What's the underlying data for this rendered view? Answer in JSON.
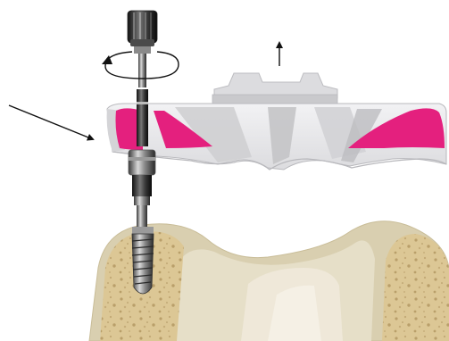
{
  "figure": {
    "background": "#ffffff",
    "colors": {
      "bone_outer": "#d8ccaa",
      "bone_inner": "#e8e0c6",
      "bone_cancellous": "#d7c08a",
      "bone_pore": "#b99f6a",
      "gingiva_band": "#efe9dc",
      "guide_body": "#e6e6e8",
      "guide_shadow": "#c9c9cc",
      "guide_outline": "#b8b8bc",
      "sleeve_pink": "#e4207e",
      "metal_dark": "#2a2a2a",
      "metal_mid": "#7a7a7a",
      "metal_light": "#c9c9c9",
      "arrow": "#111111"
    },
    "components": [
      {
        "name": "surgical-guide",
        "icon": "guide-shape"
      },
      {
        "name": "guide-sleeve-left",
        "icon": "pink-sleeve"
      },
      {
        "name": "guide-sleeve-right",
        "icon": "pink-sleeve"
      },
      {
        "name": "dental-implant",
        "icon": "implant-screw"
      },
      {
        "name": "implant-driver",
        "icon": "driver-tool"
      },
      {
        "name": "handle-knob",
        "icon": "knurled-knob"
      },
      {
        "name": "rotation-indicator",
        "icon": "curved-arrow"
      },
      {
        "name": "removal-arrow",
        "icon": "up-arrow"
      },
      {
        "name": "pointer-arrow",
        "icon": "diagonal-arrow"
      },
      {
        "name": "jaw-bone",
        "icon": "bone-cross-section"
      }
    ]
  }
}
